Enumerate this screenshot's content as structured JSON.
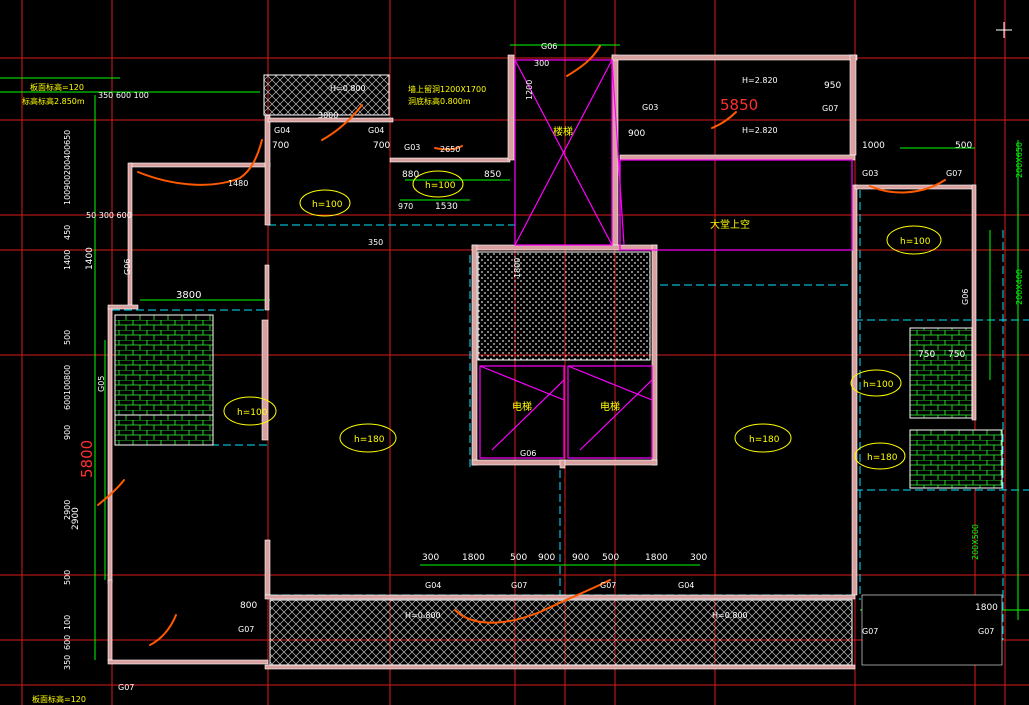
{
  "colors": {
    "background": "#000000",
    "wall": "#d9a0a0",
    "axis_red": "#ff2020",
    "dim_green": "#00ff00",
    "cyan": "#00e5ff",
    "yellow": "#ffff00",
    "magenta": "#ff00ff",
    "orange_markup": "#ff5a00",
    "white": "#ffffff"
  },
  "rooms": {
    "hall_label": "大堂上空",
    "stair_label": "楼梯",
    "elevator_left": "电梯",
    "elevator_right": "电梯",
    "slab_h100": "h=100",
    "slab_h180": "h=180"
  },
  "levels": {
    "h_2820_a": "H=2.820",
    "h_2820_b": "H=2.820",
    "h_0800_top": "H=0.800",
    "h_0800_bottom_l": "H=0.800",
    "h_0800_bottom_r": "H=0.800"
  },
  "notes": {
    "top_left_a": "板面标高=120",
    "top_left_b": "标高标高2.850m",
    "top_mid_a": "墙上留洞1200X1700",
    "top_mid_b": "洞底标高0.800m",
    "bottom_left": "板面标高=120"
  },
  "dims": {
    "d5850": "5850",
    "d5800": "5800",
    "d3800": "3800",
    "d3000": "3000",
    "d2650": "2650",
    "d950": "950",
    "d900": "900",
    "d1000": "1000",
    "d500": "500",
    "d700a": "700",
    "d700b": "700",
    "d880": "880",
    "d850": "850",
    "d1480": "1480",
    "d1530": "1530",
    "d970": "970",
    "d350": "350",
    "d1200": "1200",
    "d300": "300",
    "d1800": "1800",
    "d750a": "750",
    "d750b": "750",
    "d800": "800",
    "d1800b": "1800",
    "d2900": "2900",
    "d1400": "1400",
    "d600": "600",
    "d650": "650",
    "d200x400": "200X400",
    "d200x500": "200X500",
    "d200x650": "200X650",
    "dim_row_left": [
      "300",
      "1800",
      "500",
      "900"
    ],
    "dim_row_right": [
      "900",
      "500",
      "1800",
      "300"
    ],
    "top_left_dims": "350  600  100",
    "top_left_dims_2": "50  300  600",
    "left_vert": [
      "650",
      "400",
      "200",
      "900",
      "100",
      "450",
      "1400",
      "500",
      "800",
      "100",
      "600",
      "900",
      "2900",
      "500",
      "100",
      "600",
      "350"
    ]
  },
  "tags": {
    "g06": "G06",
    "g07": "G07",
    "g04": "G04",
    "g03": "G03",
    "g05": "G05"
  }
}
